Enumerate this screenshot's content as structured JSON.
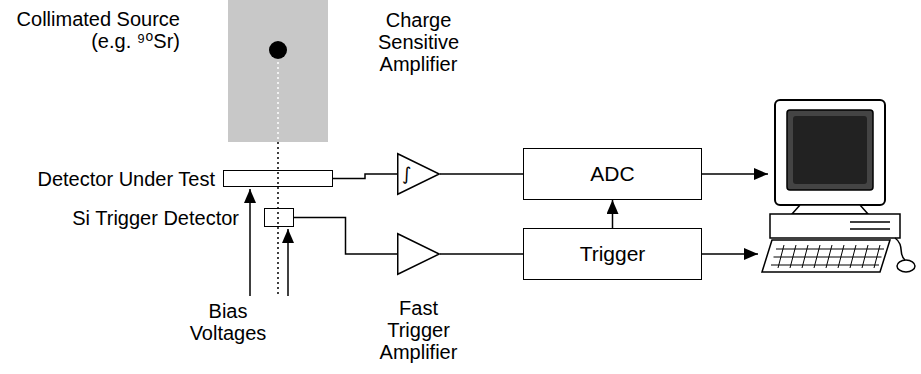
{
  "diagram": {
    "nodes": [
      {
        "text": [
          "Collimated Source (e.g. ⁹⁰Sr)"
        ]
      },
      {
        "text": [
          "Detector Under Test"
        ]
      },
      {
        "text": [
          "Si Trigger Detector"
        ]
      },
      {
        "text": [
          "Charge Sensitive Amplifier",
          "∫"
        ]
      },
      {
        "text": [
          "Fast Trigger Amplifier"
        ]
      },
      {
        "text": [
          "ADC"
        ]
      },
      {
        "text": [
          "Trigger"
        ]
      }
    ],
    "edges": [
      {
        "from": 1,
        "to": 3,
        "arrow": "none"
      },
      {
        "from": 2,
        "to": 4,
        "arrow": "none"
      },
      {
        "from": 3,
        "to": 5,
        "arrow": "none"
      },
      {
        "from": 4,
        "to": 6,
        "arrow": "none"
      },
      {
        "from": 6,
        "to": 5,
        "arrow": "to"
      }
    ],
    "labels": [
      "Bias Voltages"
    ]
  }
}
